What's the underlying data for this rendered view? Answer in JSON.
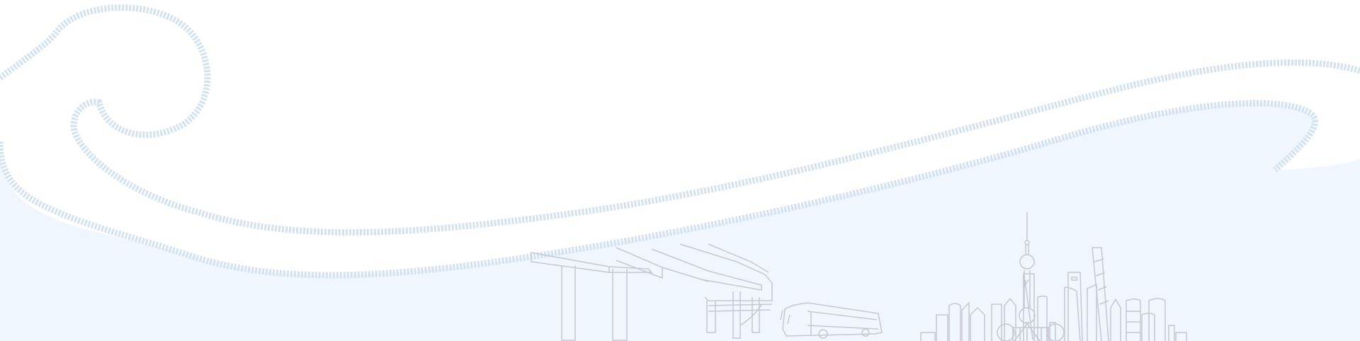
{
  "colors": {
    "background_sky": "#ffffff",
    "background_ground": "#eff6fd",
    "wave_fill": "#ffffff",
    "wave_hatch": "#d3e2f1",
    "line_art": "#c5c9ce"
  },
  "icons": [
    "wave-swirl-illustration",
    "elevated-highway-illustration",
    "bus-illustration",
    "city-skyline-illustration"
  ]
}
